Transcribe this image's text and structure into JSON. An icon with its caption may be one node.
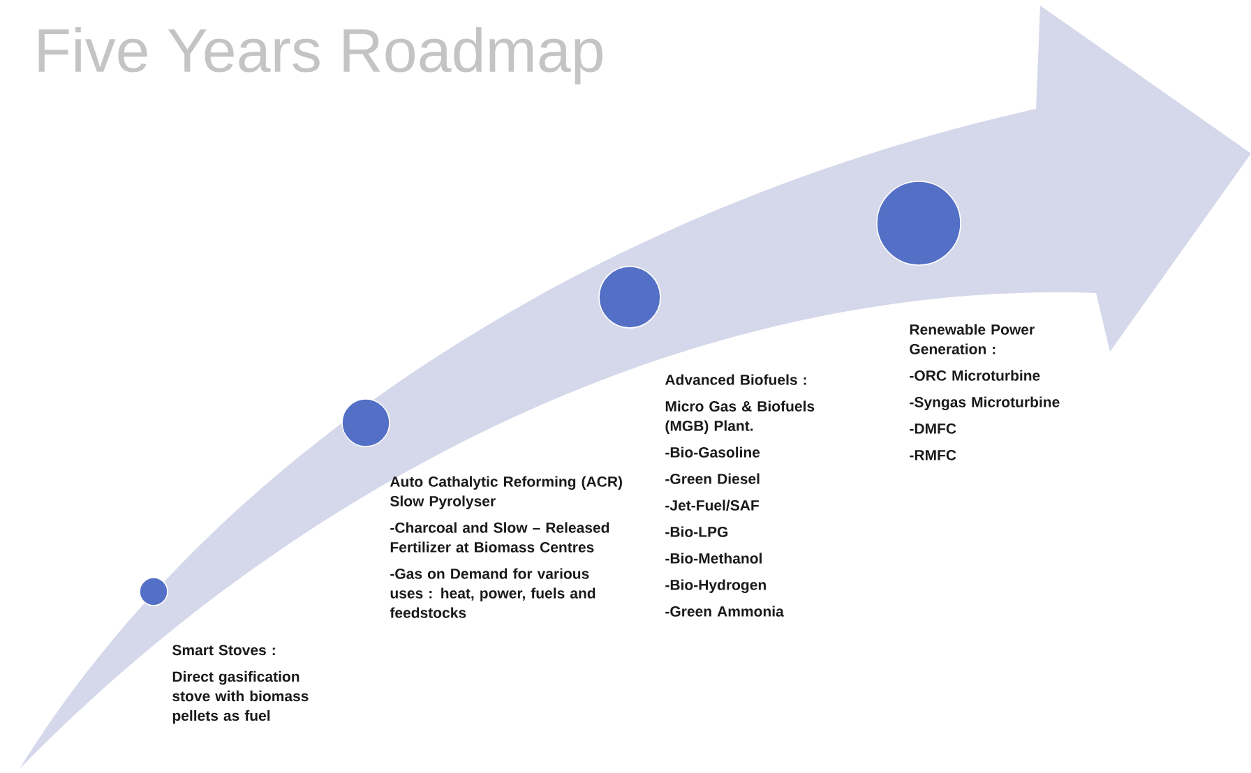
{
  "diagram": {
    "title": "Five Years Roadmap",
    "nodes": [
      {
        "text": [],
        "shape": "circle",
        "beside": [
          "Smart Stoves :",
          "Direct gasification stove with biomass pellets as fuel"
        ]
      },
      {
        "text": [],
        "shape": "circle",
        "beside": [
          "Auto Cathalytic Reforming (ACR) Slow Pyrolyser",
          "-Charcoal and Slow – Released Fertilizer at Biomass Centres",
          "-Gas on Demand for various uses : heat, power, fuels and feedstocks"
        ]
      },
      {
        "text": [],
        "shape": "circle",
        "beside": [
          "Advanced Biofuels :",
          "Micro Gas & Biofuels (MGB) Plant.",
          "-Bio-Gasoline",
          "-Green Diesel",
          "-Jet-Fuel/SAF",
          "-Bio-LPG",
          "-Bio-Methanol",
          "-Bio-Hydrogen",
          "-Green Ammonia"
        ]
      },
      {
        "text": [],
        "shape": "circle",
        "beside": [
          "Renewable Power Generation :",
          "-ORC Microturbine",
          "-Syngas Microturbine",
          "-DMFC",
          "-RMFC"
        ]
      }
    ]
  }
}
